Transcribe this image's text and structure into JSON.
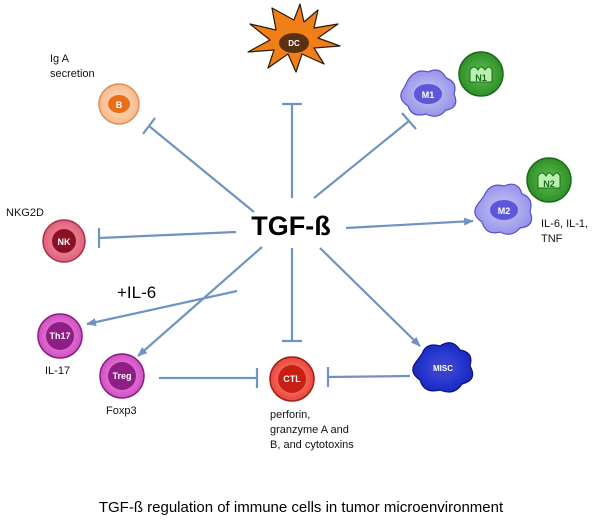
{
  "center": {
    "label": "TGF-ß"
  },
  "caption": "TGF-ß regulation of immune cells in tumor microenvironment",
  "colors": {
    "arrow": "#6f93c2"
  },
  "cells": {
    "dc": {
      "label": "DC"
    },
    "b": {
      "label": "B",
      "note_line1": "Ig A",
      "note_line2": "secretion"
    },
    "m1": {
      "label": "M1"
    },
    "n1": {
      "label": "N1"
    },
    "m2": {
      "label": "M2",
      "note_line1": "IL-6, IL-1,",
      "note_line2": "TNF"
    },
    "n2": {
      "label": "N2"
    },
    "nk": {
      "label": "NK",
      "note": "NKG2D"
    },
    "th17": {
      "label": "Th17",
      "note": "IL-17"
    },
    "treg": {
      "label": "Treg",
      "note": "Foxp3"
    },
    "ctl": {
      "label": "CTL",
      "note_line1": "perforin,",
      "note_line2": "granzyme A and",
      "note_line3": "B, and cytotoxins"
    },
    "misc": {
      "label": "MISC"
    }
  },
  "edges": [
    {
      "from": "TGF-ß",
      "to": "DC",
      "type": "inhibit"
    },
    {
      "from": "TGF-ß",
      "to": "B",
      "type": "inhibit"
    },
    {
      "from": "TGF-ß",
      "to": "M1",
      "type": "inhibit"
    },
    {
      "from": "TGF-ß",
      "to": "M2",
      "type": "promote"
    },
    {
      "from": "TGF-ß",
      "to": "NK",
      "type": "inhibit"
    },
    {
      "from": "TGF-ß",
      "to": "Th17",
      "type": "promote",
      "label": "+IL-6"
    },
    {
      "from": "TGF-ß",
      "to": "Treg",
      "type": "promote"
    },
    {
      "from": "TGF-ß",
      "to": "CTL",
      "type": "inhibit"
    },
    {
      "from": "TGF-ß",
      "to": "MISC",
      "type": "promote"
    },
    {
      "from": "Treg",
      "to": "CTL",
      "type": "inhibit"
    },
    {
      "from": "MISC",
      "to": "CTL",
      "type": "inhibit"
    }
  ],
  "edge_labels": {
    "th17": "+IL-6"
  }
}
